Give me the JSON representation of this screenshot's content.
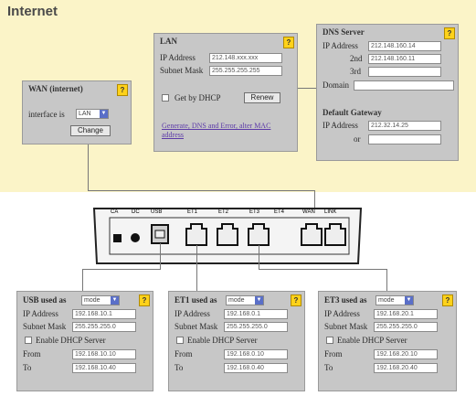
{
  "title": "Internet",
  "wan": {
    "header": "WAN (internet)",
    "interface_label": "interface is",
    "interface_value": "LAN",
    "change_button": "Change"
  },
  "lan": {
    "header": "LAN",
    "ip_label": "IP Address",
    "ip_value": "212.148.xxx.xxx",
    "mask_label": "Subnet Mask",
    "mask_value": "255.255.255.255",
    "dhcp_label": "Get by DHCP",
    "renew_button": "Renew",
    "link_text": "Generate, DNS and Error, alter MAC address"
  },
  "dns": {
    "header": "DNS Server",
    "ip_label": "IP Address",
    "ip1": "212.148.160.14",
    "second_label": "2nd",
    "ip2": "212.148.160.11",
    "third_label": "3rd",
    "ip3": "",
    "domain_label": "Domain",
    "domain_value": "",
    "gateway_header": "Default Gateway",
    "gw_ip_label": "IP Address",
    "gw_ip": "212.32.14.25",
    "gw_or_label": "or",
    "gw_or": ""
  },
  "ports": [
    {
      "header": "USB used as",
      "mode": "mode",
      "ip_label": "IP Address",
      "ip": "192.168.10.1",
      "mask_label": "Subnet Mask",
      "mask": "255.255.255.0",
      "dhcp_label": "Enable DHCP Server",
      "from_label": "From",
      "from": "192.168.10.10",
      "to_label": "To",
      "to": "192.168.10.40"
    },
    {
      "header": "ET1 used as",
      "mode": "mode",
      "ip_label": "IP Address",
      "ip": "192.168.0.1",
      "mask_label": "Subnet Mask",
      "mask": "255.255.255.0",
      "dhcp_label": "Enable DHCP Server",
      "from_label": "From",
      "from": "192.168.0.10",
      "to_label": "To",
      "to": "192.168.0.40"
    },
    {
      "header": "ET3 used as",
      "mode": "mode",
      "ip_label": "IP Address",
      "ip": "192.168.20.1",
      "mask_label": "Subnet Mask",
      "mask": "255.255.255.0",
      "dhcp_label": "Enable DHCP Server",
      "from_label": "From",
      "from": "192.168.20.10",
      "to_label": "To",
      "to": "192.168.20.40"
    }
  ],
  "router": {
    "labels": [
      "CA",
      "DC",
      "USB",
      "ET1",
      "ET2",
      "ET3",
      "ET4",
      "WAN",
      "LINK"
    ]
  }
}
